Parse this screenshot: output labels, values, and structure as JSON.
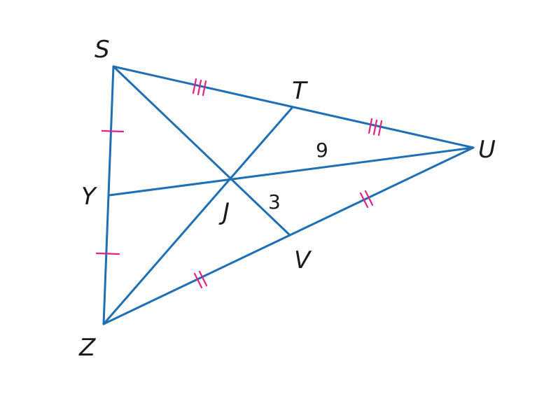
{
  "diagram": {
    "vertices": {
      "S": "S",
      "T": "T",
      "U": "U",
      "Y": "Y",
      "J": "J",
      "V": "V",
      "Z": "Z"
    },
    "measures": {
      "JU_segment_value": "9",
      "JV_segment_value": "3"
    },
    "colors": {
      "line": "#1f6fb4",
      "tick": "#e0218a",
      "text": "#1a1a1a"
    }
  }
}
